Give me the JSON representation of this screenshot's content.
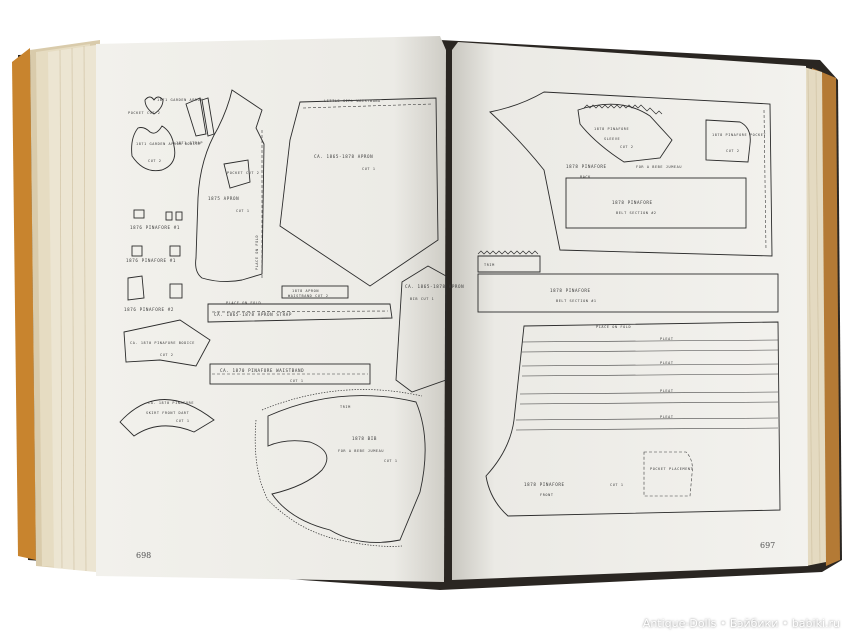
{
  "left_page": {
    "page_number": "698",
    "labels": {
      "heart_pocket": "1871 GARDEN APRON",
      "heart_pocket_side": "POCKET CUT 2",
      "garden_apron_bodice": "1871 GARDEN APRON BODICE",
      "cut2_bodice": "CUT 2",
      "strap_1871": "1871 STRAP",
      "apron_1875": "1875 APRON",
      "pocket_1875": "POCKET CUT 2",
      "cut1_1875": "CUT 1",
      "place_on_fold": "PLACE ON FOLD",
      "pinafore_1876_1": "1876 PINAFORE #1",
      "pinafore_1876_1b": "1876 PINAFORE #1",
      "pinafore_1876_2": "1876 PINAFORE #2",
      "apron_main_title": "CA. 1865-1878  APRON",
      "apron_main_cut": "CUT 1",
      "apron_waistband_top": "LITTLE GIRL WAISTBAND",
      "waistband_1878": "1878 APRON",
      "waistband_1878_b": "WAISTBAND CUT 2",
      "strap_1865": "CA. 1865-1878 APRON STRAP",
      "place_on_fold_2": "PLACE ON FOLD",
      "apron_bib_1865": "CA. 1865-1878 APRON",
      "apron_bib_cut": "BIB CUT 1",
      "pinafore_bodice": "CA. 1870 PINAFORE BODICE",
      "pinafore_bodice_cut": "CUT 2",
      "pinafore_waistband": "CA. 1870 PINAFORE  WAISTBAND",
      "pinafore_waistband_cut": "CUT 1",
      "skirt_front": "CA. 1870 PINAFORE",
      "skirt_front_b": "SKIRT FRONT DART",
      "skirt_front_cut": "CUT 1",
      "bib_1878": "1878 BIB",
      "bib_1878_sub": "FOR A BEBE JUMEAU",
      "bib_1878_cut": "CUT 1",
      "bib_trim": "TRIM"
    }
  },
  "right_page": {
    "page_number": "697",
    "labels": {
      "sleeve_1878": "1878 PINAFORE",
      "sleeve_1878_b": "SLEEVE",
      "sleeve_cut": "CUT 2",
      "pocket_1878": "1878 PINAFORE POCKET",
      "pocket_cut": "CUT 2",
      "back_1878": "1878 PINAFORE",
      "back_sub": "FOR A BEBE JUMEAU",
      "back_b": "BACK",
      "belt2_1878": "1878 PINAFORE",
      "belt2_b": "BELT SECTION #2",
      "belt1_1878": "1878 PINAFORE",
      "belt1_b": "BELT SECTION #1",
      "trim": "TRIM",
      "place_on_fold": "PLACE ON FOLD",
      "pleat": "PLEAT",
      "front_1878": "1878 PINAFORE",
      "front_b": "FRONT",
      "front_cut": "CUT 1",
      "pocket_placement": "POCKET PLACEMENT"
    }
  },
  "watermark": {
    "text": "Antique-Dolls • Бэйбики • babiki.ru"
  },
  "colors": {
    "background": "#ffffff",
    "page": "#f4f3ef",
    "cover": "#2a2622",
    "page_edge": "#d8c9a8",
    "ink": "#2c2c2c"
  }
}
